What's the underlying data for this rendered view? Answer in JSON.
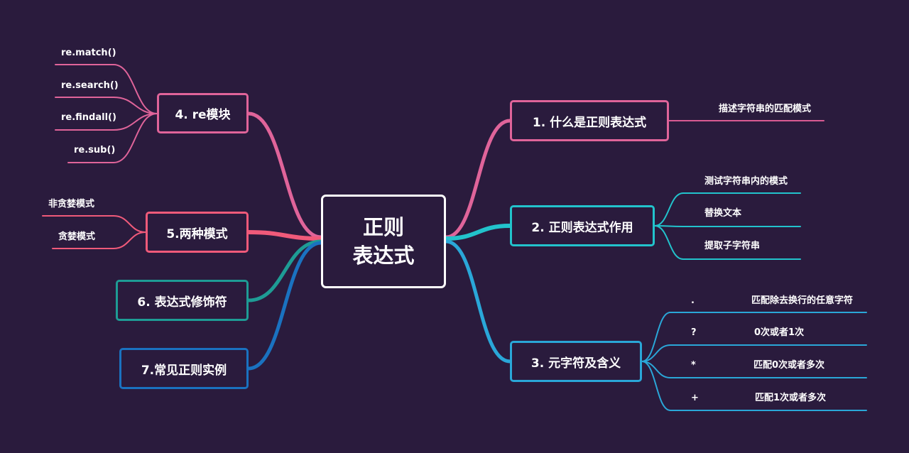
{
  "center": {
    "line1": "正则",
    "line2": "表达式"
  },
  "colors": {
    "pink": "#e0649a",
    "pink_line": "#d95a92",
    "cyan": "#22c3cc",
    "blue": "#2aa7d8",
    "teal": "#1e9c95",
    "navy": "#1a72c0",
    "coral": "#f05a7a"
  },
  "branches": {
    "b1": {
      "label": "1. 什么是正则表达式",
      "children": [
        "描述字符串的匹配模式"
      ]
    },
    "b2": {
      "label": "2. 正则表达式作用",
      "children": [
        "测试字符串内的模式",
        "替换文本",
        "提取子字符串"
      ]
    },
    "b3": {
      "label": "3. 元字符及含义",
      "children": [
        {
          "symbol": ".",
          "meaning": "匹配除去换行的任意字符"
        },
        {
          "symbol": "?",
          "meaning": "0次或者1次"
        },
        {
          "symbol": "*",
          "meaning": "匹配0次或者多次"
        },
        {
          "symbol": "+",
          "meaning": "匹配1次或者多次"
        }
      ]
    },
    "b4": {
      "label": "4. re模块",
      "children": [
        "re.match()",
        "re.search()",
        "re.findall()",
        "re.sub()"
      ]
    },
    "b5": {
      "label": "5.两种模式",
      "children": [
        "非贪婪模式",
        "贪婪模式"
      ]
    },
    "b6": {
      "label": "6. 表达式修饰符",
      "children": []
    },
    "b7": {
      "label": "7.常见正则实例",
      "children": []
    }
  }
}
